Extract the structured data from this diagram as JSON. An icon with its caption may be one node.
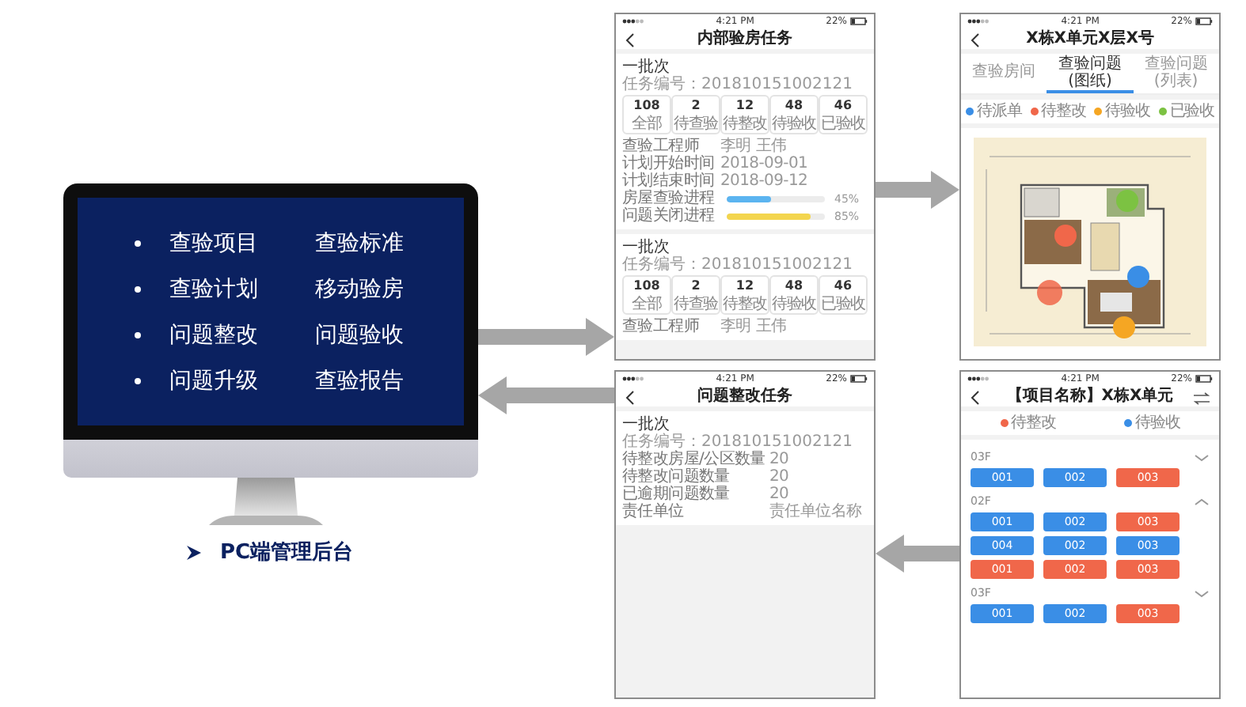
{
  "diagram": {
    "nodes": [
      {
        "text": [
          "查验项目",
          "查验标准",
          "查验计划",
          "移动验房",
          "问题整改",
          "问题验收",
          "问题升级",
          "查验报告"
        ],
        "beside": [
          "PC端管理后台"
        ]
      },
      {
        "text": [
          "4:21 PM",
          "22%",
          "内部验房任务"
        ]
      },
      {
        "text": [
          "一批次",
          "任务编号：201810151002121",
          "查验工程师",
          "李明 王伟",
          "计划开始时间",
          "2018-09-01",
          "计划结束时间",
          "2018-09-12",
          "房屋查验进程",
          "45%",
          "问题关闭进程",
          "85%"
        ],
        "in": 1
      },
      {
        "text": [
          "108",
          "全部"
        ],
        "in": 2
      },
      {
        "text": [
          "2",
          "待查验"
        ],
        "in": 2
      },
      {
        "text": [
          "12",
          "待整改"
        ],
        "in": 2
      },
      {
        "text": [
          "48",
          "待验收"
        ],
        "in": 2
      },
      {
        "text": [
          "46",
          "已验收"
        ],
        "in": 2
      },
      {
        "text": [
          "一批次",
          "任务编号：201810151002121",
          "查验工程师",
          "李明 王伟"
        ],
        "in": 1
      },
      {
        "text": [
          "108",
          "全部"
        ],
        "in": 8
      },
      {
        "text": [
          "2",
          "待查验"
        ],
        "in": 8
      },
      {
        "text": [
          "12",
          "待整改"
        ],
        "in": 8
      },
      {
        "text": [
          "48",
          "待验收"
        ],
        "in": 8
      },
      {
        "text": [
          "46",
          "已验收"
        ],
        "in": 8
      },
      {
        "text": [
          "4:21 PM",
          "22%",
          "X栋X单元X层X号",
          "查验房间",
          "查验问题(图纸)",
          "查验问题(列表)"
        ]
      },
      {
        "text": [
          "4:21 PM",
          "22%",
          "问题整改任务"
        ]
      },
      {
        "text": [
          "一批次",
          "任务编号：201810151002121",
          "待整改房屋/公区数量",
          "20",
          "待整改问题数量",
          "20",
          "已逾期问题数量",
          "20",
          "责任单位",
          "责任单位名称"
        ],
        "in": 15
      },
      {
        "text": [
          "4:21 PM",
          "22%",
          "【项目名称】X栋X单元",
          "03F",
          "02F",
          "03F"
        ]
      },
      {
        "text": [
          "001"
        ],
        "in": 17
      },
      {
        "text": [
          "002"
        ],
        "in": 17
      },
      {
        "text": [
          "003"
        ],
        "in": 17
      },
      {
        "text": [
          "001"
        ],
        "in": 17
      },
      {
        "text": [
          "002"
        ],
        "in": 17
      },
      {
        "text": [
          "003"
        ],
        "in": 17
      },
      {
        "text": [
          "004"
        ],
        "in": 17
      },
      {
        "text": [
          "002"
        ],
        "in": 17
      },
      {
        "text": [
          "003"
        ],
        "in": 17
      },
      {
        "text": [
          "001"
        ],
        "in": 17
      },
      {
        "text": [
          "002"
        ],
        "in": 17
      },
      {
        "text": [
          "003"
        ],
        "in": 17
      },
      {
        "text": [
          "001"
        ],
        "in": 17
      },
      {
        "text": [
          "002"
        ],
        "in": 17
      },
      {
        "text": [
          "003"
        ],
        "in": 17
      }
    ],
    "edges": [
      {
        "from": 0,
        "to": 1,
        "arrow": "to"
      },
      {
        "from": 1,
        "to": 14,
        "arrow": "to"
      },
      {
        "from": 17,
        "to": 15,
        "arrow": "to"
      },
      {
        "from": 15,
        "to": 0,
        "arrow": "to"
      }
    ],
    "legend": [
      {
        "text": "待派单",
        "color": "#3a8ee6"
      },
      {
        "text": "待整改",
        "color": "#f0674a"
      },
      {
        "text": "待验收",
        "color": "#f5a623"
      },
      {
        "text": "已验收",
        "color": "#7cc242"
      },
      {
        "text": "待整改",
        "color": "#f0674a"
      },
      {
        "text": "待验收",
        "color": "#3a8ee6"
      }
    ]
  }
}
